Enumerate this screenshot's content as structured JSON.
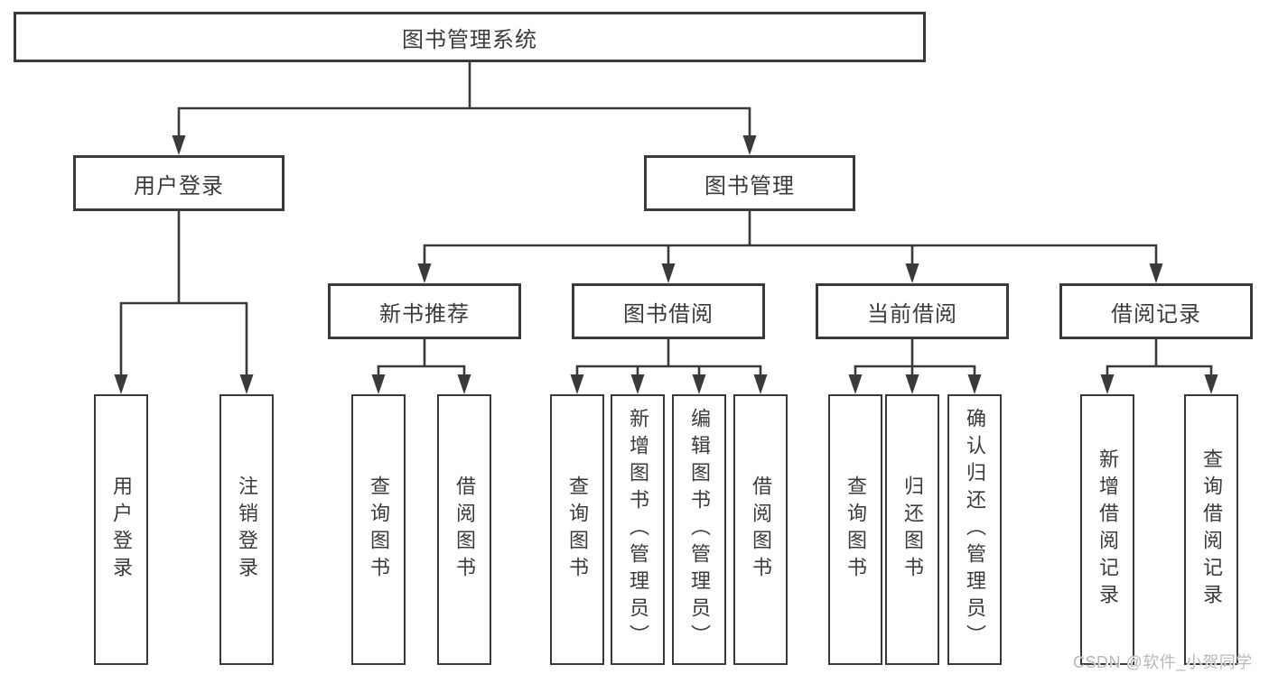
{
  "tree": {
    "root": {
      "label": "图书管理系统"
    },
    "branches": [
      {
        "label": "用户登录",
        "children": [
          {
            "label": "用户登录"
          },
          {
            "label": "注销登录"
          }
        ]
      },
      {
        "label": "图书管理",
        "children": [
          {
            "label": "新书推荐",
            "children": [
              {
                "label": "查询图书"
              },
              {
                "label": "借阅图书"
              }
            ]
          },
          {
            "label": "图书借阅",
            "children": [
              {
                "label": "查询图书"
              },
              {
                "label": "新增图书（管理员）"
              },
              {
                "label": "编辑图书（管理员）"
              },
              {
                "label": "借阅图书"
              }
            ]
          },
          {
            "label": "当前借阅",
            "children": [
              {
                "label": "查询图书"
              },
              {
                "label": "归还图书"
              },
              {
                "label": "确认归还（管理员）"
              }
            ]
          },
          {
            "label": "借阅记录",
            "children": [
              {
                "label": "新增借阅记录"
              },
              {
                "label": "查询借阅记录"
              }
            ]
          }
        ]
      }
    ]
  },
  "watermark": {
    "text": "CSDN @软件_小贺同学"
  },
  "colors": {
    "line": "#3a3a3a",
    "box_border": "#3a3a3a",
    "text": "#3b3b3b",
    "background": "#ffffff",
    "watermark": "#b9b9b9"
  }
}
